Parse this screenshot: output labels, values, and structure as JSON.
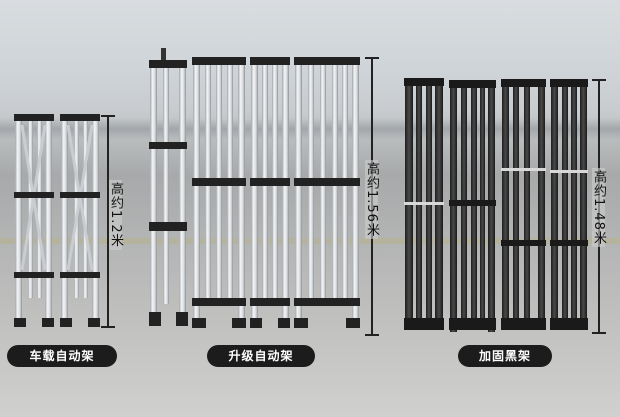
{
  "labels": {
    "group1": "车载自动架",
    "group2": "升级自动架",
    "group3": "加固黑架"
  },
  "heights": {
    "group1": "高约1.2米",
    "group2": "高约1.56米",
    "group3": "高约1.48米"
  },
  "colors": {
    "silver_frame": "#e8eaec",
    "black_frame": "#2b2b2b",
    "label_bg": "#1c1c1c",
    "label_text": "#ffffff"
  }
}
